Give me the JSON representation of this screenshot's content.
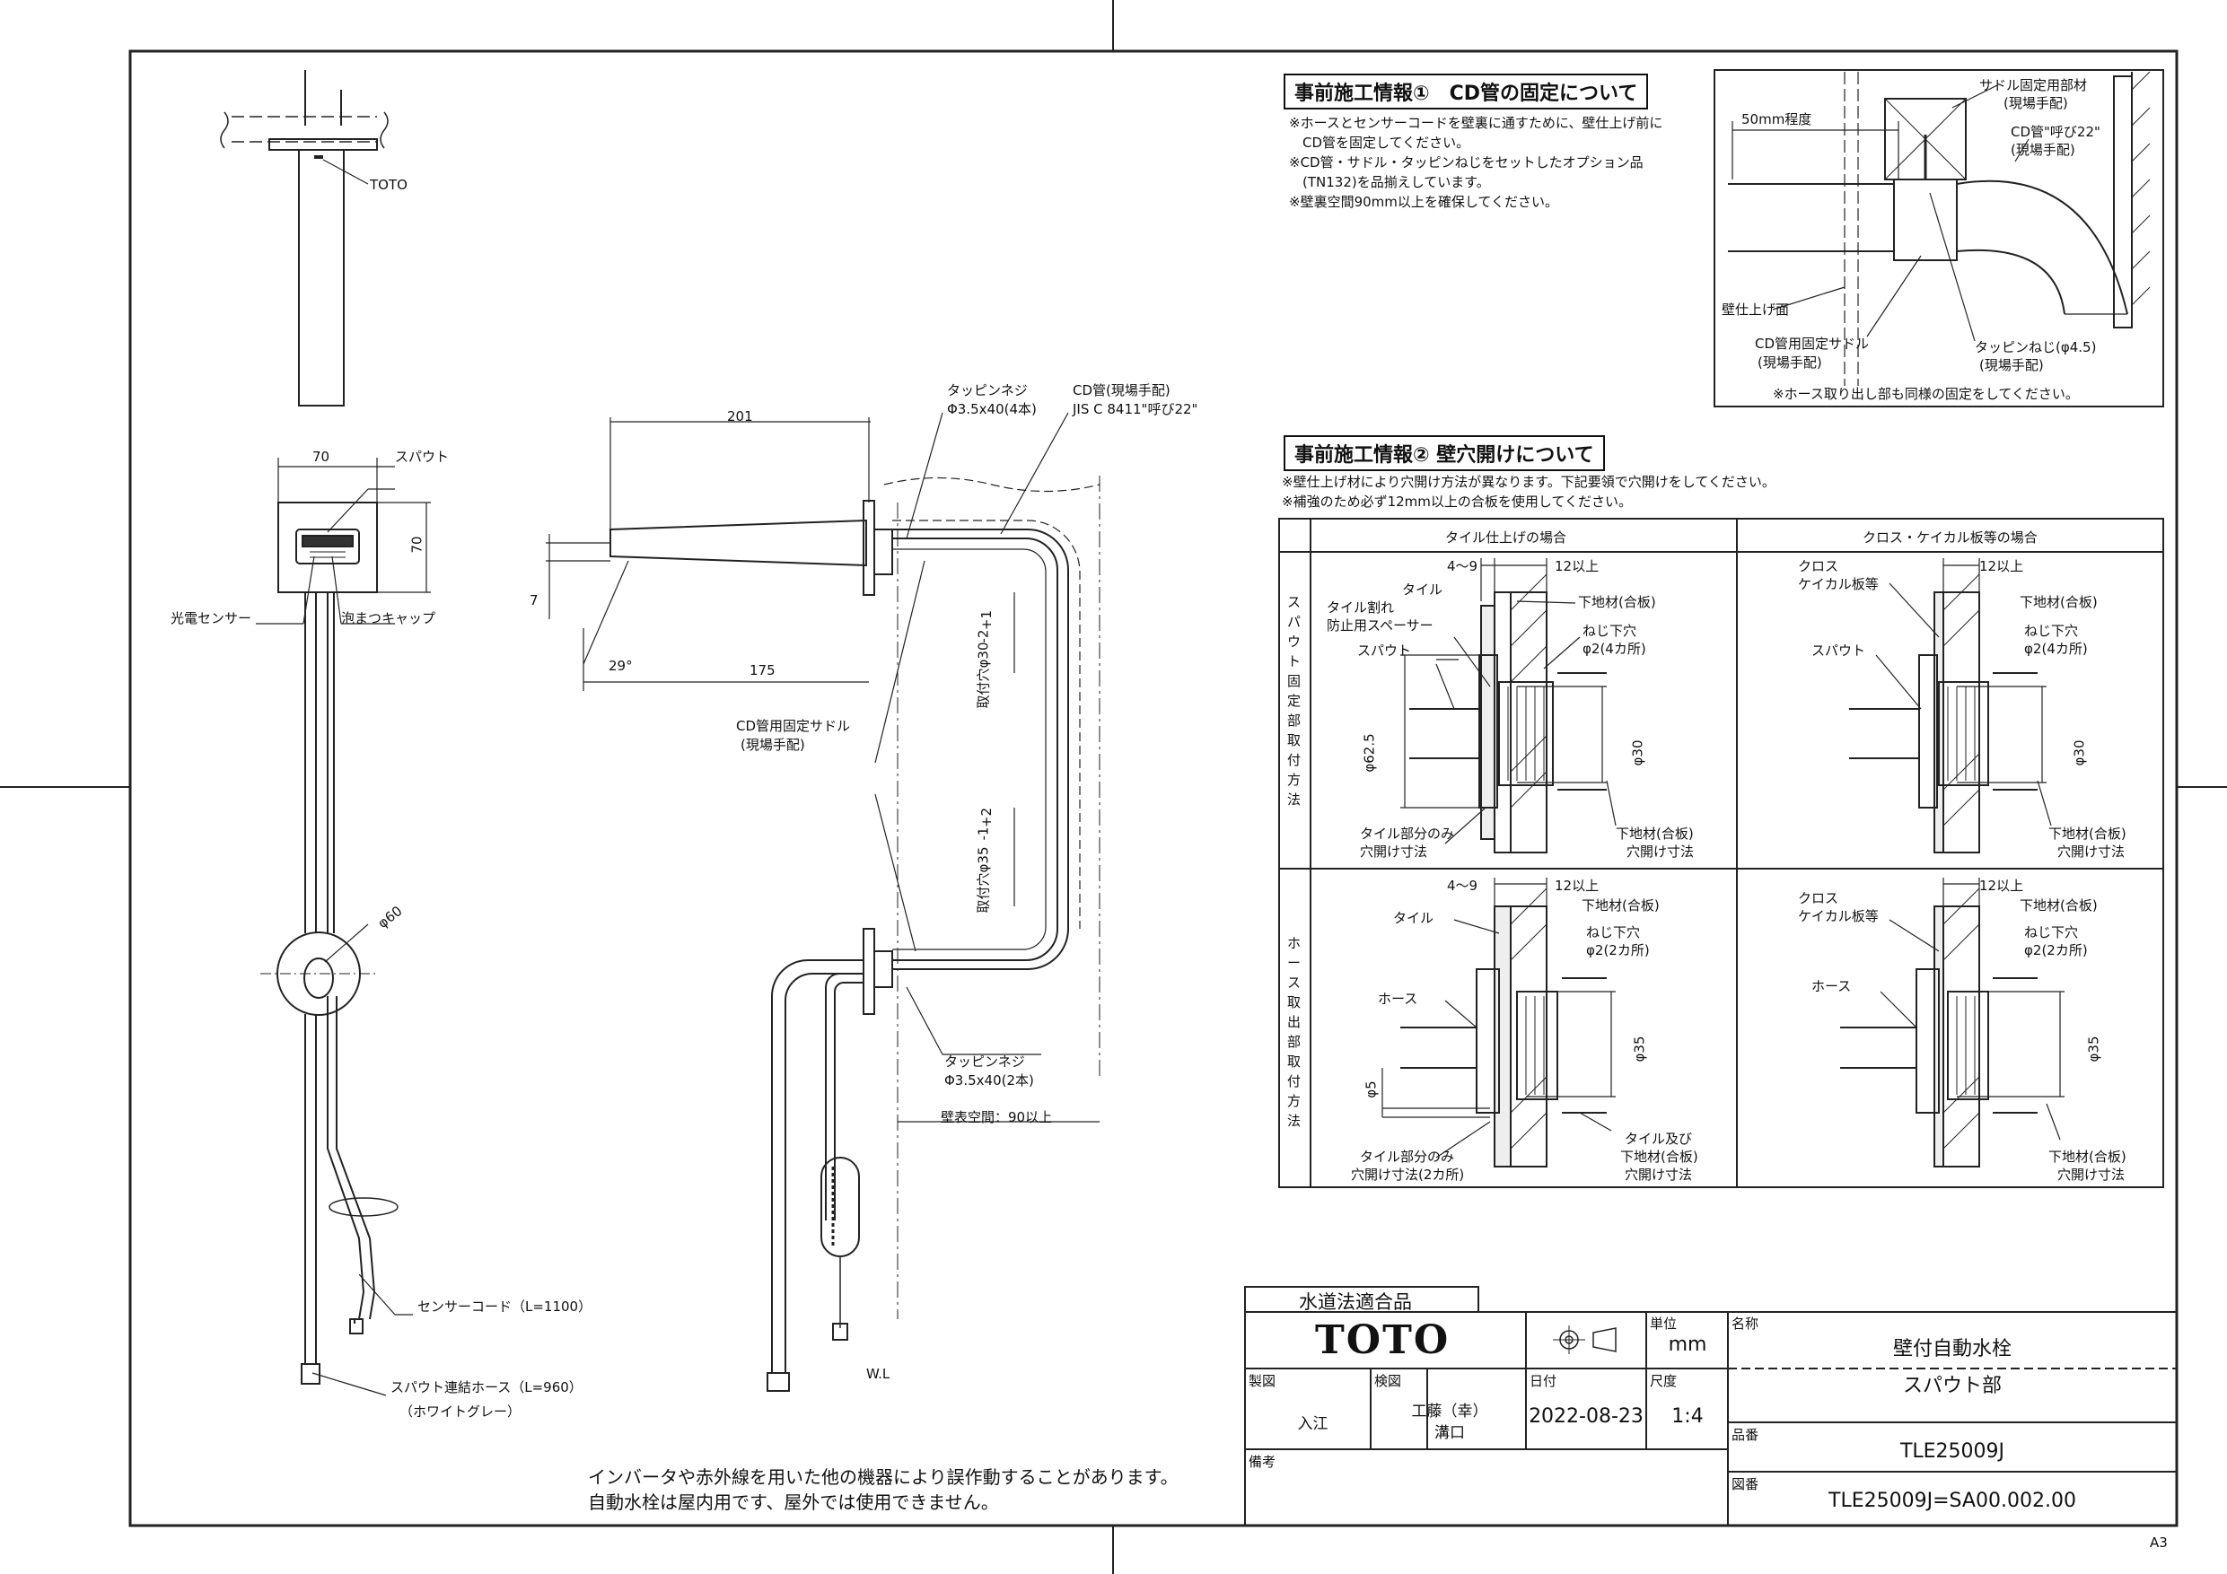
{
  "sheet_size": "A3",
  "views": {
    "top": {
      "toto_mark": "TOTO"
    },
    "front": {
      "dim_width": "70",
      "dim_height": "70",
      "spout": "スパウト",
      "photo_sensor": "光電センサー",
      "aerator_cap": "泡まつキャップ",
      "dim_flange": "φ60",
      "sensor_cord": "センサーコード（L=1100）",
      "hose": "スパウト連結ホース（L=960）",
      "hose_color": "（ホワイトグレー）"
    },
    "side": {
      "dim_length": "201",
      "dim_175": "175",
      "dim_7": "7",
      "angle": "29°",
      "tapping_screw_top_1": "タッピンネジ",
      "tapping_screw_top_2": "Φ3.5x40(4本)",
      "cd_pipe_1": "CD管(現場手配)",
      "cd_pipe_2": "JIS C 8411\"呼び22\"",
      "saddle_1": "CD管用固定サドル",
      "saddle_2": "(現場手配)",
      "hole_30": "取付穴φ30",
      "hole_35": "取付穴φ35",
      "tol_plus1": "+1",
      "tol_minus2": "-2",
      "tol_plus2": "+2",
      "tol_minus1": "-1",
      "tapping_screw_bot_1": "タッピンネジ",
      "tapping_screw_bot_2": "Φ3.5x40(2本)",
      "wall_space": "壁表空間：90以上",
      "wl": "W.L"
    }
  },
  "info1": {
    "title": "事前施工情報①　CD管の固定について",
    "notes": [
      "※ホースとセンサーコードを壁裏に通すために、壁仕上げ前に",
      "　CD管を固定してください。",
      "※CD管・サドル・タッピンねじをセットしたオプション品",
      "　(TN132)を品揃えしています。",
      "※壁裏空間90mm以上を確保してください。"
    ],
    "detail": {
      "dim_50": "50mm程度",
      "saddle_member_1": "サドル固定用部材",
      "saddle_member_2": "(現場手配)",
      "cd_pipe_1": "CD管\"呼び22\"",
      "cd_pipe_2": "(現場手配)",
      "wall_face": "壁仕上げ面",
      "cd_saddle_1": "CD管用固定サドル",
      "cd_saddle_2": "(現場手配)",
      "tapping_1": "タッピンねじ(φ4.5)",
      "tapping_2": "(現場手配)",
      "footnote": "※ホース取り出し部も同様の固定をしてください。"
    }
  },
  "info2": {
    "title": "事前施工情報② 壁穴開けについて",
    "notes": [
      "※壁仕上げ材により穴開け方法が異なります。下記要領で穴開けをしてください。",
      "※補強のため必ず12mm以上の合板を使用してください。"
    ],
    "col_tile": "タイル仕上げの場合",
    "col_cloth": "クロス・ケイカル板等の場合",
    "row_spout": "スパウト固定部取付方法",
    "row_hose": "ホース取出部取付方法",
    "cells": {
      "spout_tile": {
        "d49": "4〜9",
        "d12": "12以上",
        "tile": "タイル",
        "spacer_1": "タイル割れ",
        "spacer_2": "防止用スペーサー",
        "spout": "スパウト",
        "base": "下地材(合板)",
        "screw_1": "ねじ下穴",
        "screw_2": "φ2(4カ所)",
        "d625": "φ62.5",
        "d30": "φ30",
        "cut_1": "タイル部分のみ",
        "cut_2": "穴開け寸法",
        "base_1": "下地材(合板)",
        "base_2": "穴開け寸法"
      },
      "spout_cloth": {
        "cross_1": "クロス",
        "cross_2": "ケイカル板等",
        "d12": "12以上",
        "base": "下地材(合板)",
        "screw_1": "ねじ下穴",
        "screw_2": "φ2(4カ所)",
        "spout": "スパウト",
        "d30": "φ30",
        "base_1": "下地材(合板)",
        "base_2": "穴開け寸法"
      },
      "hose_tile": {
        "d49": "4〜9",
        "d12": "12以上",
        "tile": "タイル",
        "base": "下地材(合板)",
        "screw_1": "ねじ下穴",
        "screw_2": "φ2(2カ所)",
        "hose": "ホース",
        "d5": "φ5",
        "d35": "φ35",
        "cut_1": "タイル部分のみ",
        "cut_2": "穴開け寸法(2カ所)",
        "base_1": "タイル及び",
        "base_2": "下地材(合板)",
        "base_3": "穴開け寸法"
      },
      "hose_cloth": {
        "cross_1": "クロス",
        "cross_2": "ケイカル板等",
        "d12": "12以上",
        "base": "下地材(合板)",
        "screw_1": "ねじ下穴",
        "screw_2": "φ2(2カ所)",
        "hose": "ホース",
        "d35": "φ35",
        "base_1": "下地材(合板)",
        "base_2": "穴開け寸法"
      }
    }
  },
  "caution": [
    "インバータや赤外線を用いた他の機器により誤作動することがあります。",
    "自動水栓は屋内用です、屋外では使用できません。"
  ],
  "title_block": {
    "compliance": "水道法適合品",
    "logo": "TOTO",
    "unit_label": "単位",
    "unit": "mm",
    "name_label": "名称",
    "name_1": "壁付自動水栓",
    "name_2": "スパウト部",
    "drawn_label": "製図",
    "drawn": "入江",
    "checked_label": "検図",
    "checked_1": "工藤（幸）",
    "checked_2": "溝口",
    "date_label": "日付",
    "date": "2022-08-23",
    "scale_label": "尺度",
    "scale": "1:4",
    "part_label": "品番",
    "part": "TLE25009J",
    "remarks_label": "備考",
    "drawing_no_label": "図番",
    "drawing_no": "TLE25009J=SA00.002.00"
  }
}
